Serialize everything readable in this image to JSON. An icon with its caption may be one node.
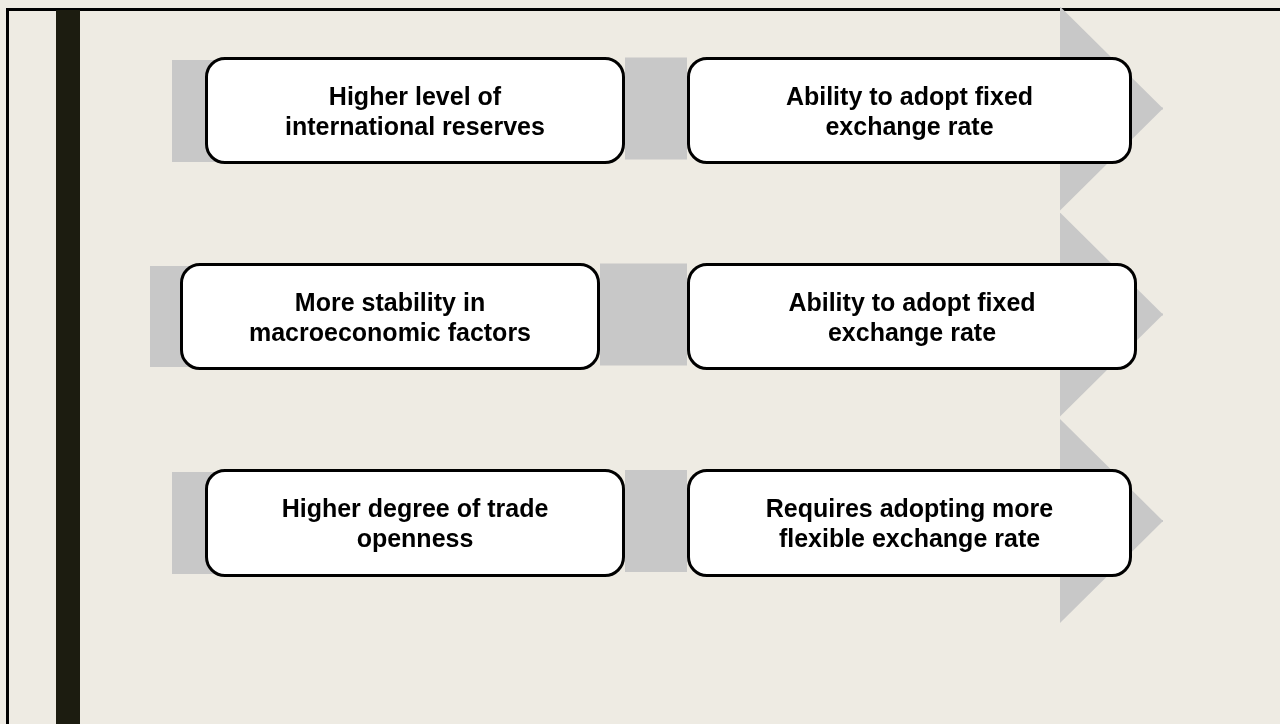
{
  "diagram": {
    "nodes": [
      {
        "text": [
          "Higher level of international reserves"
        ]
      },
      {
        "text": [
          "Ability to adopt fixed exchange rate"
        ]
      },
      {
        "text": [
          "More stability in macroeconomic factors"
        ]
      },
      {
        "text": [
          "Ability to adopt fixed exchange rate"
        ]
      },
      {
        "text": [
          "Higher degree of trade openness"
        ]
      },
      {
        "text": [
          "Requires adopting more flexible exchange rate"
        ]
      }
    ],
    "edges": [
      {
        "from": 0,
        "to": 1,
        "arrow": "none",
        "style": "thick"
      },
      {
        "from": 1,
        "to": null,
        "arrow": "to"
      },
      {
        "from": 2,
        "to": 3,
        "arrow": "none",
        "style": "thick"
      },
      {
        "from": 3,
        "to": null,
        "arrow": "to"
      },
      {
        "from": 4,
        "to": 5,
        "arrow": "none",
        "style": "thick"
      },
      {
        "from": 5,
        "to": null,
        "arrow": "to"
      }
    ]
  }
}
